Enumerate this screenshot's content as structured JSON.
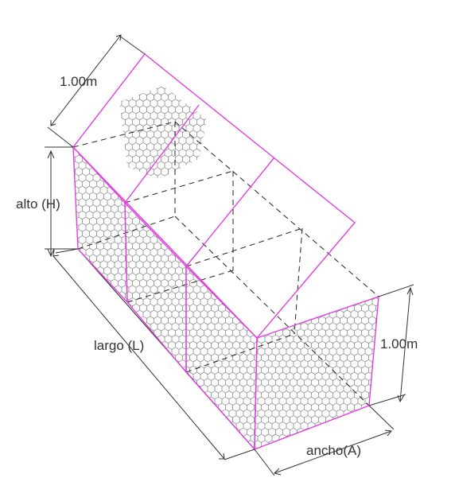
{
  "labels": {
    "lid_width": "1.00m",
    "height": "alto (H)",
    "length": "largo (L)",
    "end_height": "1.00m",
    "width": "ancho(A)"
  },
  "colors": {
    "panel_edge": "#e040e0",
    "mesh": "#777777",
    "line": "#222222",
    "text": "#333333"
  }
}
